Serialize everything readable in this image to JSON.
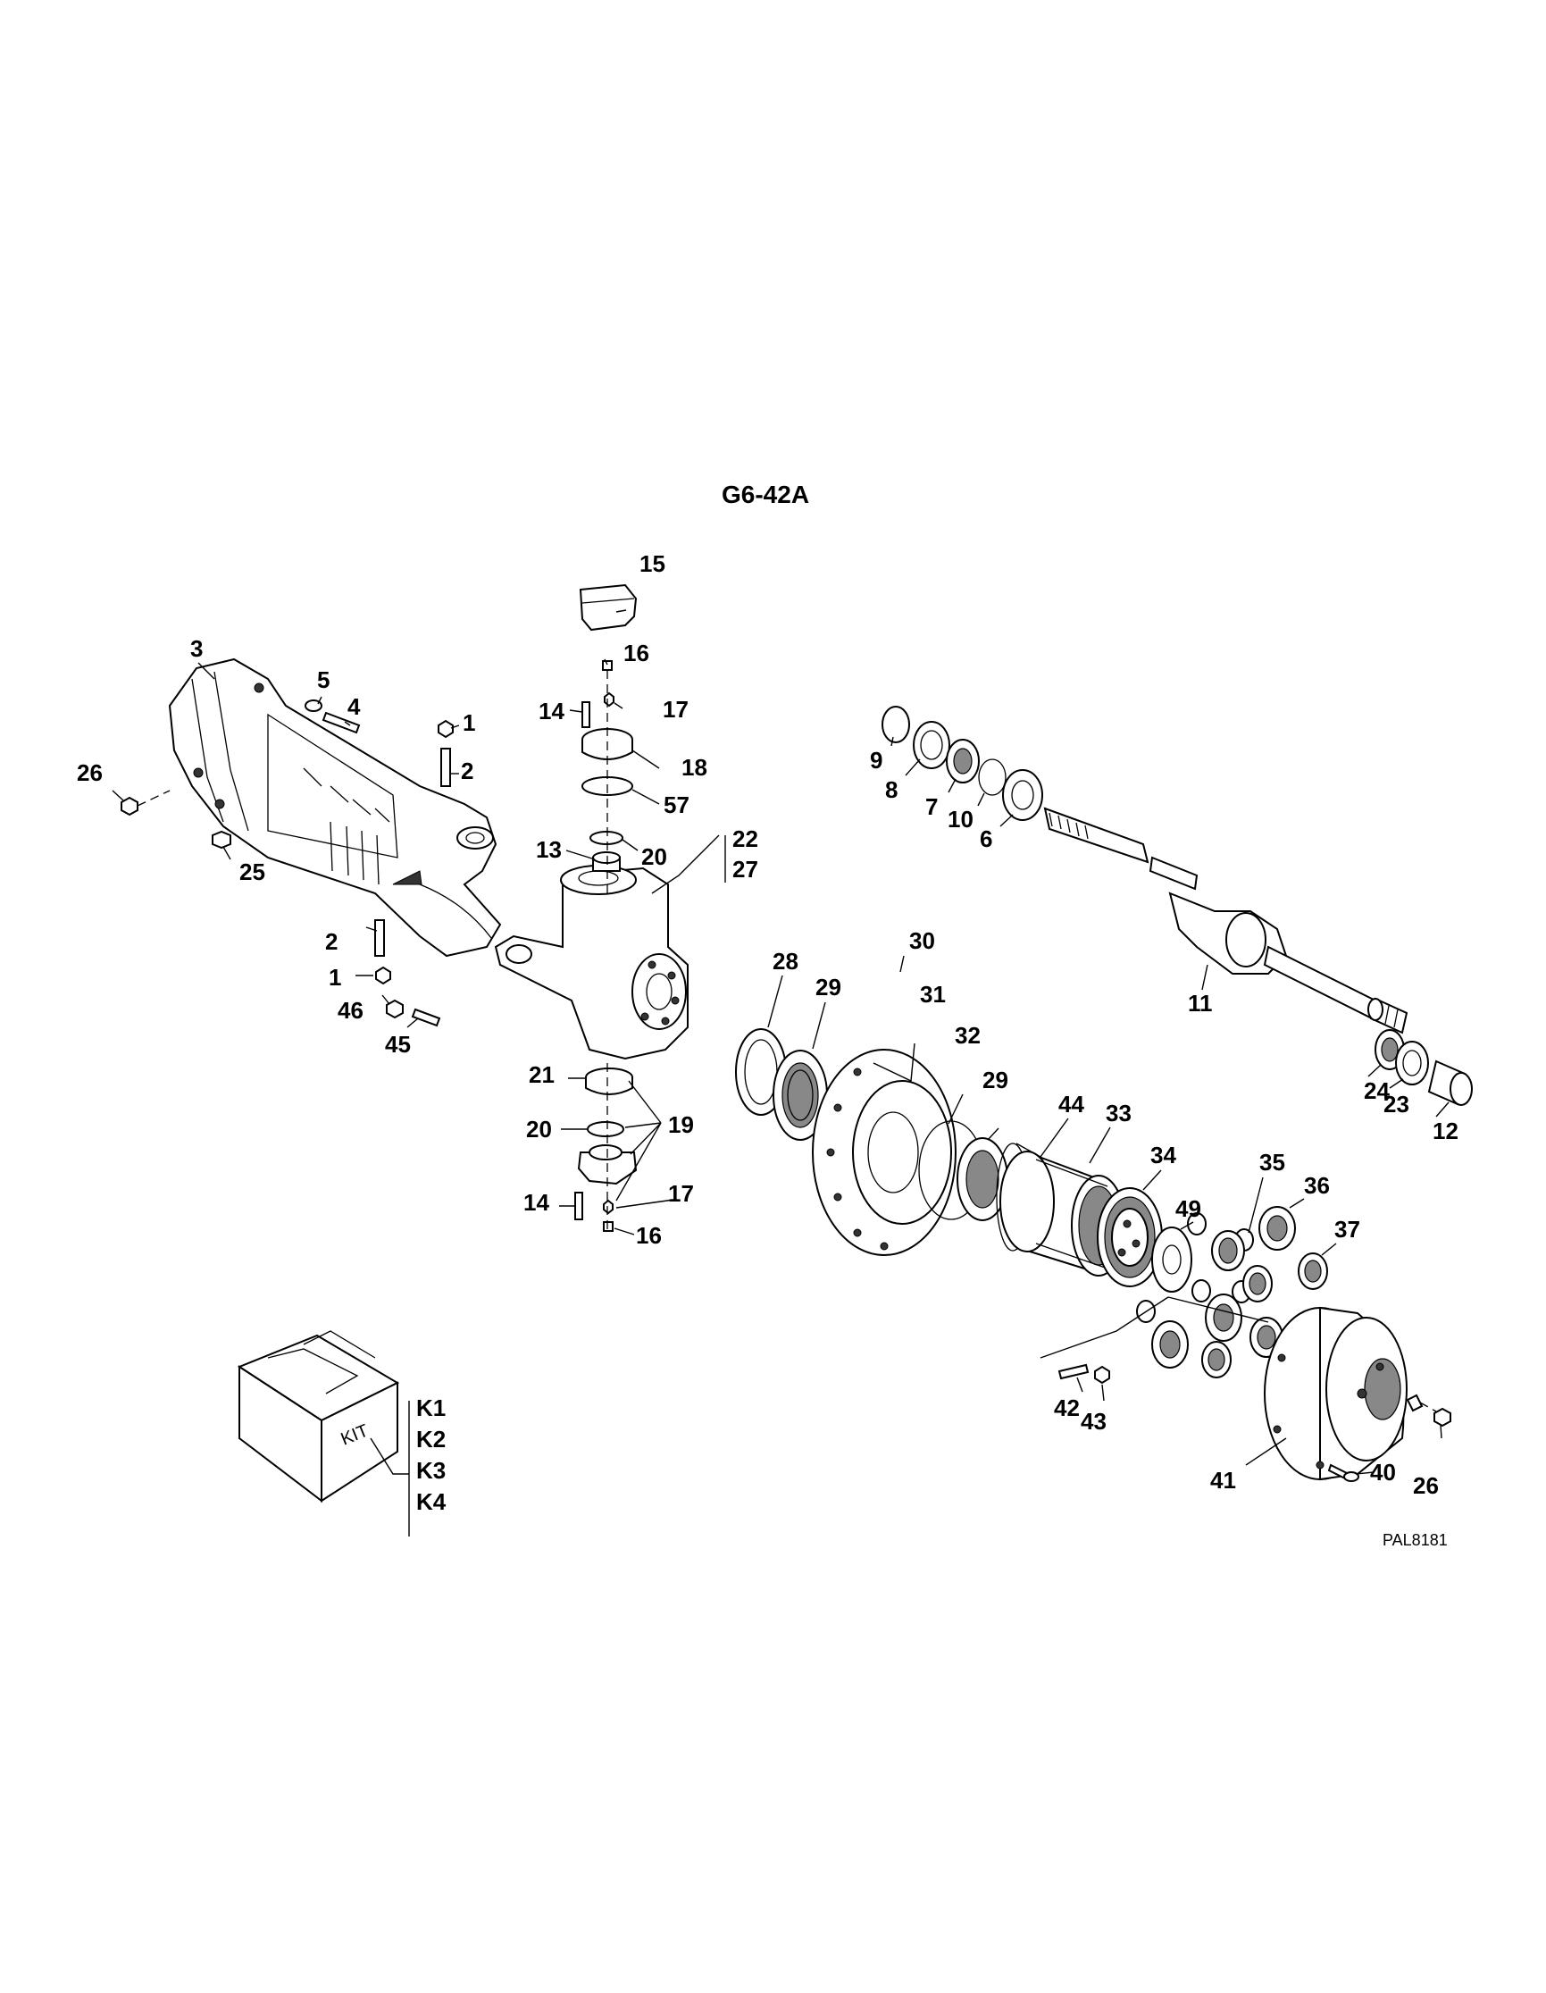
{
  "diagram": {
    "title": "G6-42A",
    "code": "PAL8181",
    "kit_label": "KIT",
    "kits": [
      "K1",
      "K2",
      "K3",
      "K4"
    ],
    "callouts": {
      "c1a": "1",
      "c1b": "1",
      "c2a": "2",
      "c2b": "2",
      "c3": "3",
      "c4": "4",
      "c5": "5",
      "c6": "6",
      "c7": "7",
      "c8": "8",
      "c9": "9",
      "c10": "10",
      "c11": "11",
      "c12": "12",
      "c13": "13",
      "c14a": "14",
      "c14b": "14",
      "c15": "15",
      "c16a": "16",
      "c16b": "16",
      "c17a": "17",
      "c17b": "17",
      "c18": "18",
      "c19": "19",
      "c20a": "20",
      "c20b": "20",
      "c21": "21",
      "c22": "22",
      "c23": "23",
      "c24": "24",
      "c25": "25",
      "c26a": "26",
      "c26b": "26",
      "c27": "27",
      "c28": "28",
      "c29a": "29",
      "c29b": "29",
      "c30": "30",
      "c31": "31",
      "c32": "32",
      "c33": "33",
      "c34": "34",
      "c35": "35",
      "c36": "36",
      "c37": "37",
      "c40": "40",
      "c41": "41",
      "c42": "42",
      "c43": "43",
      "c44": "44",
      "c45": "45",
      "c46": "46",
      "c49": "49",
      "c57": "57"
    }
  }
}
